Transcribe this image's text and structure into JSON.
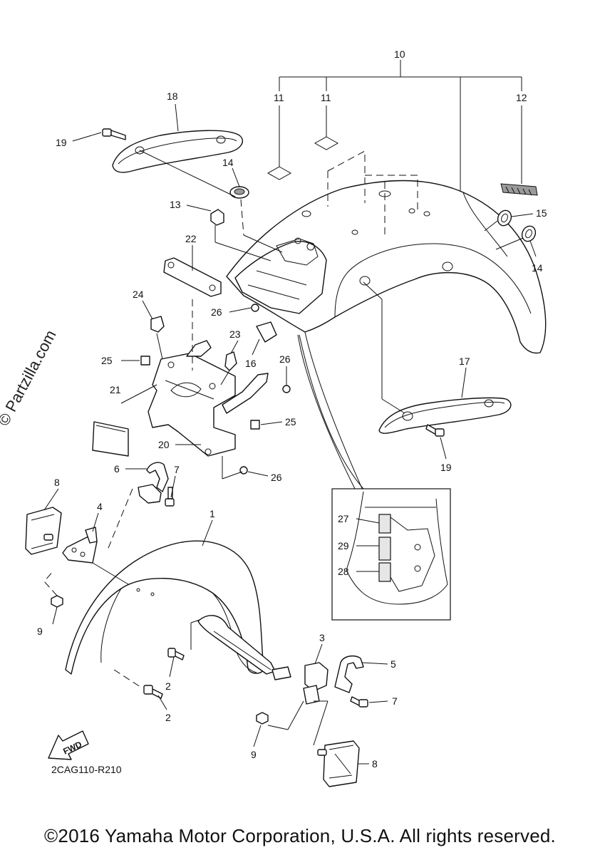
{
  "callouts": [
    {
      "id": "c10",
      "text": "10"
    },
    {
      "id": "c11a",
      "text": "11"
    },
    {
      "id": "c11b",
      "text": "11"
    },
    {
      "id": "c12",
      "text": "12"
    },
    {
      "id": "c18",
      "text": "18"
    },
    {
      "id": "c19a",
      "text": "19"
    },
    {
      "id": "c14a",
      "text": "14"
    },
    {
      "id": "c13",
      "text": "13"
    },
    {
      "id": "c15",
      "text": "15"
    },
    {
      "id": "c14b",
      "text": "14"
    },
    {
      "id": "c22",
      "text": "22"
    },
    {
      "id": "c24",
      "text": "24"
    },
    {
      "id": "c26a",
      "text": "26"
    },
    {
      "id": "c23",
      "text": "23"
    },
    {
      "id": "c16",
      "text": "16"
    },
    {
      "id": "c25a",
      "text": "25"
    },
    {
      "id": "c26b",
      "text": "26"
    },
    {
      "id": "c17",
      "text": "17"
    },
    {
      "id": "c21",
      "text": "21"
    },
    {
      "id": "c25b",
      "text": "25"
    },
    {
      "id": "c20",
      "text": "20"
    },
    {
      "id": "c19b",
      "text": "19"
    },
    {
      "id": "c6",
      "text": "6"
    },
    {
      "id": "c7a",
      "text": "7"
    },
    {
      "id": "c26c",
      "text": "26"
    },
    {
      "id": "c8a",
      "text": "8"
    },
    {
      "id": "c4",
      "text": "4"
    },
    {
      "id": "c1",
      "text": "1"
    },
    {
      "id": "c27",
      "text": "27"
    },
    {
      "id": "c29",
      "text": "29"
    },
    {
      "id": "c28",
      "text": "28"
    },
    {
      "id": "c9a",
      "text": "9"
    },
    {
      "id": "c3",
      "text": "3"
    },
    {
      "id": "c5",
      "text": "5"
    },
    {
      "id": "c2a",
      "text": "2"
    },
    {
      "id": "c7b",
      "text": "7"
    },
    {
      "id": "c2b",
      "text": "2"
    },
    {
      "id": "c9b",
      "text": "9"
    },
    {
      "id": "c8b",
      "text": "8"
    }
  ],
  "fwd_label": "FWD",
  "drawing_code": "2CAG110-R210",
  "watermark": "© Partzilla.com",
  "copyright": "©2016 Yamaha Motor Corporation, U.S.A. All rights reserved."
}
